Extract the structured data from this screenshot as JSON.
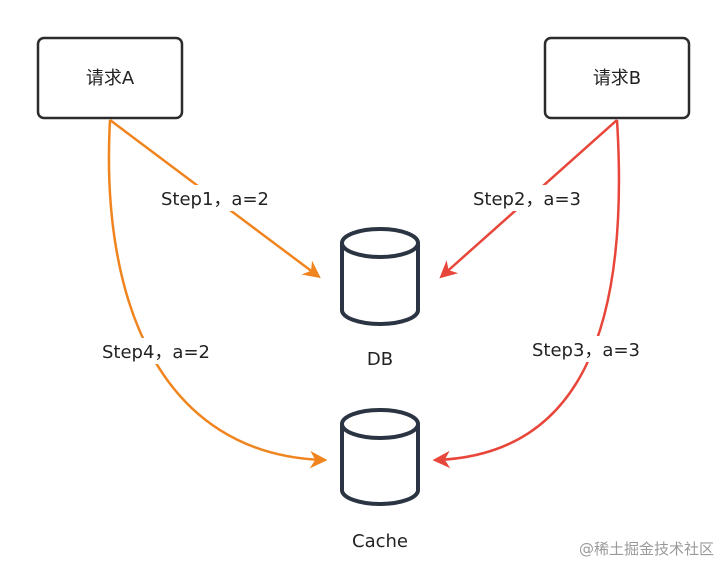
{
  "nodes": {
    "request_a": "请求A",
    "request_b": "请求B",
    "db": "DB",
    "cache": "Cache"
  },
  "edges": {
    "step1": "Step1，a=2",
    "step2": "Step2，a=3",
    "step3": "Step3，a=3",
    "step4": "Step4，a=2"
  },
  "watermark": "@稀土掘金技术社区",
  "colors": {
    "orange": "#F0841E",
    "red": "#E8463A",
    "box_stroke": "#2b2b2b",
    "cylinder_stroke": "#2b3442"
  }
}
